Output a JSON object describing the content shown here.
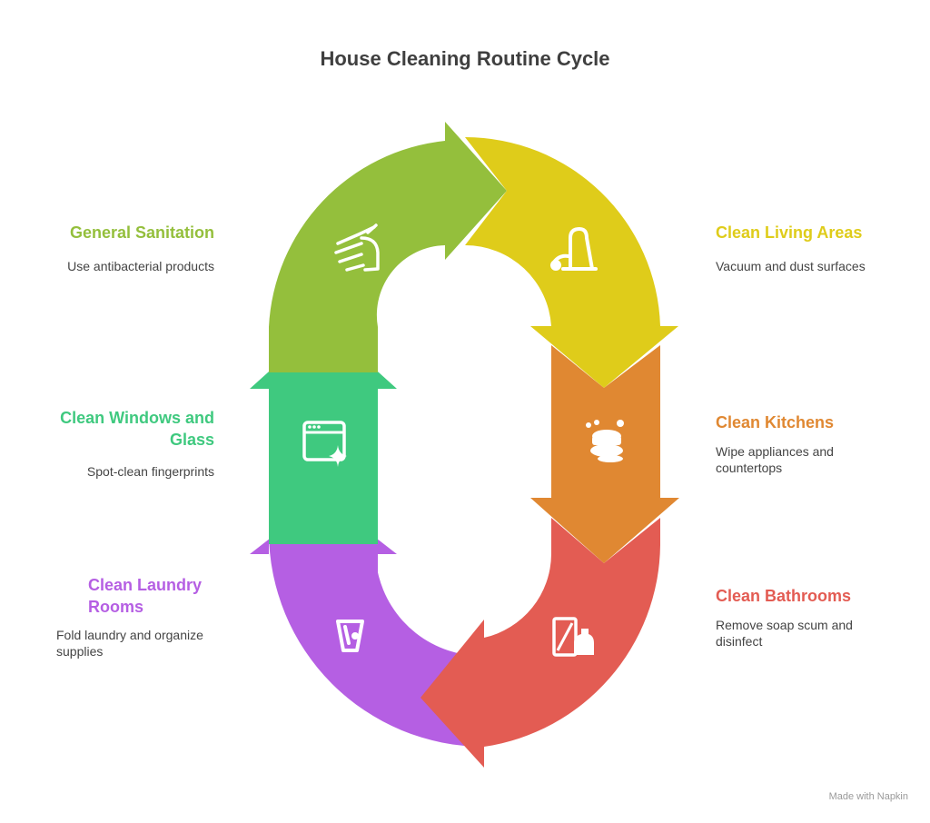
{
  "title": "House Cleaning Routine Cycle",
  "colors": {
    "general_sanitation": "#94bf3c",
    "clean_living_areas": "#dfcc1a",
    "clean_kitchens": "#e08832",
    "clean_bathrooms": "#e35c53",
    "clean_laundry_rooms": "#b55fe3",
    "clean_windows": "#3fc97f"
  },
  "steps": {
    "general_sanitation": {
      "title": "General Sanitation",
      "description": "Use antibacterial products",
      "icon": "hand-wash-icon"
    },
    "clean_living_areas": {
      "title": "Clean Living Areas",
      "description": "Vacuum and dust surfaces",
      "icon": "vacuum-cleaner-icon"
    },
    "clean_kitchens": {
      "title": "Clean Kitchens",
      "description_line1": "Wipe appliances and",
      "description_line2": "countertops",
      "icon": "dish-soap-icon"
    },
    "clean_bathrooms": {
      "title": "Clean Bathrooms",
      "description_line1": "Remove soap scum and",
      "description_line2": "disinfect",
      "icon": "spray-bottle-icon"
    },
    "clean_laundry_rooms": {
      "title_line1": "Clean Laundry",
      "title_line2": "Rooms",
      "description_line1": "Fold laundry and organize",
      "description_line2": "supplies",
      "icon": "laundry-basket-icon"
    },
    "clean_windows": {
      "title_line1": "Clean Windows and",
      "title_line2": "Glass",
      "description": "Spot-clean fingerprints",
      "icon": "window-sparkle-icon"
    }
  },
  "credit": "Made with Napkin"
}
